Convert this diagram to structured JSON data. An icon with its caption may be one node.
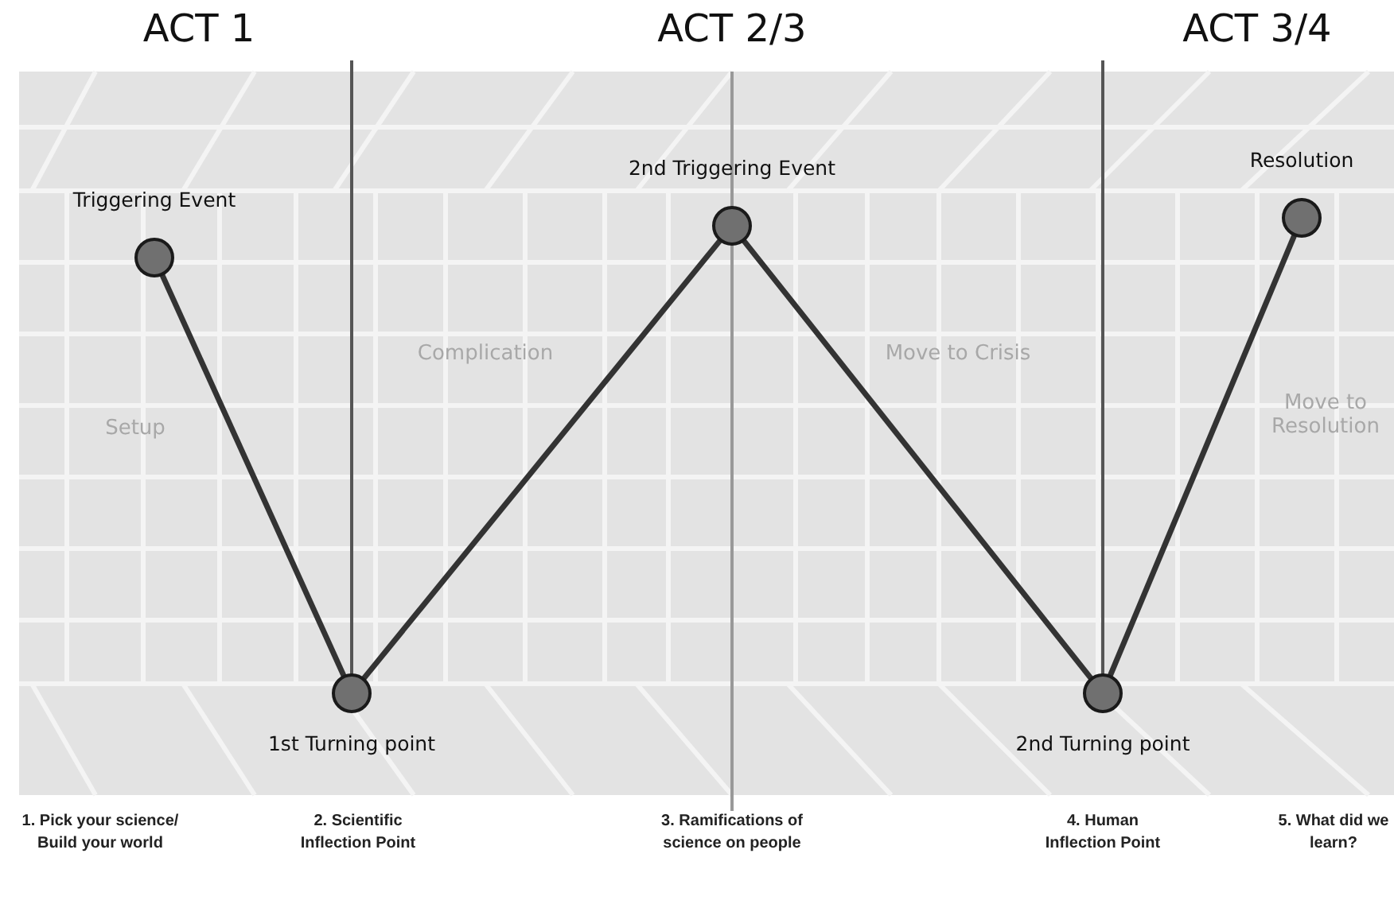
{
  "diagram": {
    "nodes": [
      {
        "text": [
          "Triggering Event"
        ]
      },
      {
        "text": [
          "1st Turning point"
        ]
      },
      {
        "text": [
          "2nd Triggering Event"
        ]
      },
      {
        "text": [
          "2nd Turning point"
        ]
      },
      {
        "text": [
          "Resolution"
        ]
      }
    ],
    "edges": [
      {
        "from": 0,
        "to": 1,
        "arrow": "none"
      },
      {
        "from": 1,
        "to": 2,
        "arrow": "none"
      },
      {
        "from": 2,
        "to": 3,
        "arrow": "none"
      },
      {
        "from": 3,
        "to": 4,
        "arrow": "none"
      }
    ],
    "labels": [
      "ACT 1",
      "ACT 2/3",
      "ACT 3/4",
      "Setup",
      "Complication",
      "Move to Crisis",
      "Move to Resolution",
      "1. Pick your science/ Build your world",
      "2. Scientific Inflection Point",
      "3. Ramifications of science on people",
      "4. Human Inflection Point",
      "5. What did we learn?"
    ]
  }
}
